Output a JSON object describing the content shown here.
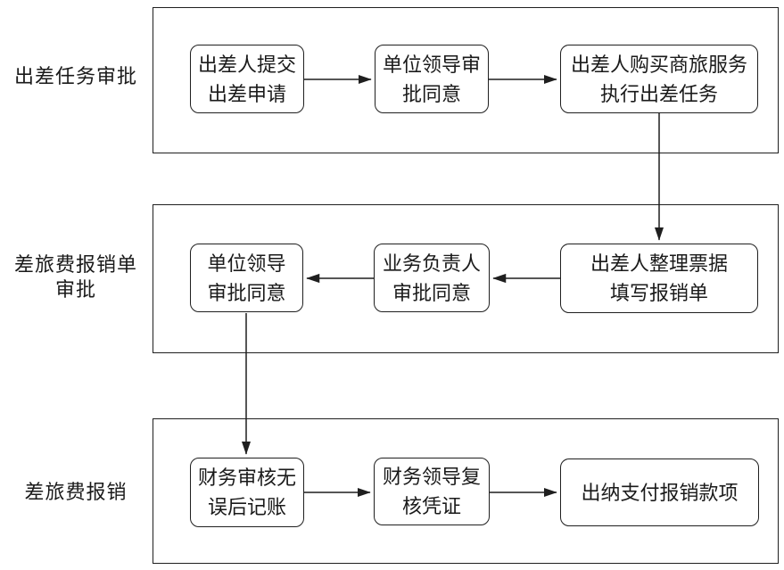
{
  "diagram": {
    "type": "swimlane-flowchart",
    "colors": {
      "background": "#ffffff",
      "line": "#1f1f1f",
      "text": "#1a1a1a"
    },
    "lanes": [
      {
        "label": "出差任务审批",
        "nodes": [
          {
            "id": "submit-request",
            "text": "出差人提交\n出差申请"
          },
          {
            "id": "unit-leader-approve",
            "text": "单位领导审\n批同意"
          },
          {
            "id": "purchase-and-execute",
            "text": "出差人购买商旅服务\n执行出差任务"
          }
        ]
      },
      {
        "label": "差旅费报销单\n审批",
        "nodes": [
          {
            "id": "unit-leader-approve-form",
            "text": "单位领导\n审批同意"
          },
          {
            "id": "manager-approve",
            "text": "业务负责人\n审批同意"
          },
          {
            "id": "organize-receipts",
            "text": "出差人整理票据\n填写报销单"
          }
        ]
      },
      {
        "label": "差旅费报销",
        "nodes": [
          {
            "id": "finance-audit-record",
            "text": "财务审核无\n误后记账"
          },
          {
            "id": "finance-leader-review",
            "text": "财务领导复\n核凭证"
          },
          {
            "id": "cashier-pay",
            "text": "出纳支付报销款项"
          }
        ]
      }
    ],
    "connections": [
      {
        "from": "submit-request",
        "to": "unit-leader-approve"
      },
      {
        "from": "unit-leader-approve",
        "to": "purchase-and-execute"
      },
      {
        "from": "purchase-and-execute",
        "to": "organize-receipts"
      },
      {
        "from": "organize-receipts",
        "to": "manager-approve"
      },
      {
        "from": "manager-approve",
        "to": "unit-leader-approve-form"
      },
      {
        "from": "unit-leader-approve-form",
        "to": "finance-audit-record"
      },
      {
        "from": "finance-audit-record",
        "to": "finance-leader-review"
      },
      {
        "from": "finance-leader-review",
        "to": "cashier-pay"
      }
    ]
  }
}
